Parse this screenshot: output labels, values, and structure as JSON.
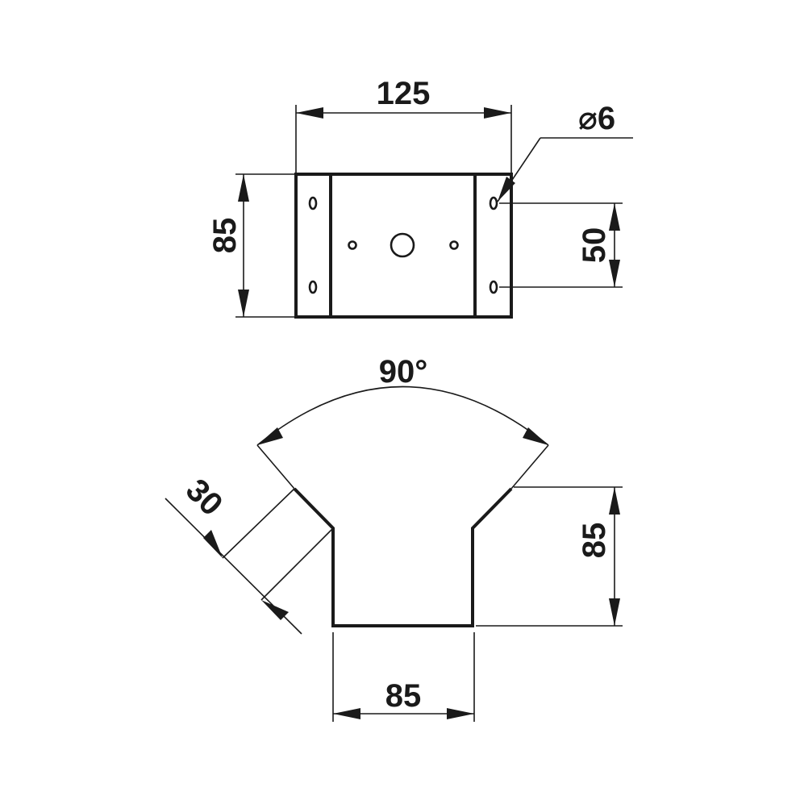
{
  "top_view": {
    "width_label": "125",
    "height_label": "85",
    "hole_diameter_label": "⌀6",
    "hole_spacing_label": "50"
  },
  "side_view": {
    "angle_label": "90°",
    "flange_label": "30",
    "height_label": "85",
    "base_width_label": "85"
  }
}
